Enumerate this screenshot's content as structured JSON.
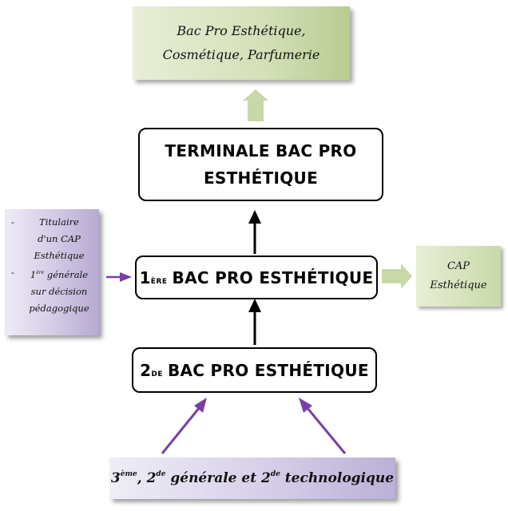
{
  "top_box": {
    "line1": "Bac Pro Esthétique,",
    "line2": "Cosmétique, Parfumerie"
  },
  "terminale_box": {
    "line1": "TERMINALE BAC PRO",
    "line2": "ESTHÉTIQUE"
  },
  "premiere_box": {
    "prefix": "1",
    "sup": "ÈRE",
    "label": "BAC PRO ESTHÉTIQUE"
  },
  "seconde_box": {
    "prefix": "2",
    "sup": "DE",
    "label": "BAC PRO ESTHÉTIQUE"
  },
  "left_box": {
    "items": [
      {
        "dash": "-",
        "line1": "Titulaire",
        "line2": "d'un CAP",
        "line3": "Esthétique"
      },
      {
        "dash": "-",
        "prefix": "1",
        "sup": "ère",
        "line1_rest": "générale",
        "line2": "sur décision",
        "line3": "pédagogique"
      }
    ]
  },
  "cap_box": {
    "line1": "CAP",
    "line2": "Esthétique"
  },
  "bottom_box": {
    "p1": "3",
    "s1": "ème",
    "p2": ", 2",
    "s2": "de",
    "p3": " générale et 2",
    "s3": "de",
    "p4": " technologique"
  },
  "colors": {
    "green_arrow": "#c9d8a8",
    "purple_arrow": "#7a3fa8",
    "black_arrow": "#000000",
    "box_border": "#000000"
  }
}
